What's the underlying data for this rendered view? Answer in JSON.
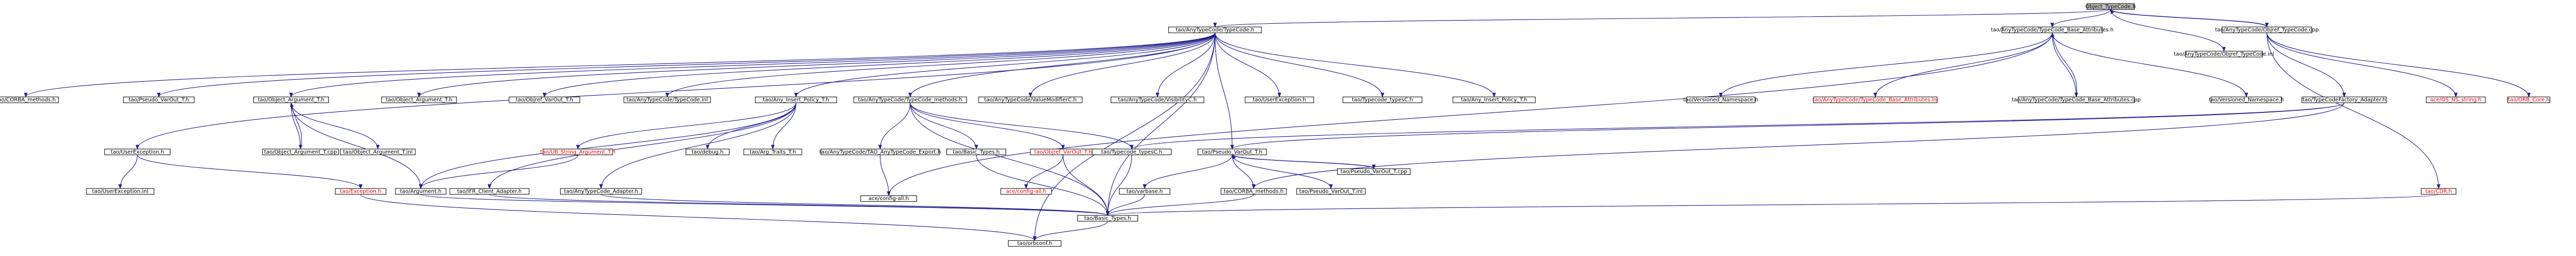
{
  "colors": {
    "edge": "#1f1f8c",
    "broken_link_text": "#ff0000",
    "normal_text": "#000000",
    "root_fill": "#bfbfbf",
    "node_fill": "#ffffff"
  },
  "nodes": [
    {
      "id": "root",
      "label": "Object_TypeCode.h",
      "variant": "root"
    },
    {
      "id": "atc",
      "label": "tao/AnyTypeCode/TypeCode.h"
    },
    {
      "id": "bta",
      "label": "tao/AnyTypeCode/TypeCode_Base_Attributes.h"
    },
    {
      "id": "ototi",
      "label": "tao/AnyTypeCode/Objref_TypeCode.inl"
    },
    {
      "id": "otcpp",
      "label": "tao/AnyTypeCode/Objref_TypeCode.cpp"
    },
    {
      "id": "corbam1",
      "label": "tao/CORBA_methods.h"
    },
    {
      "id": "pvt",
      "label": "tao/Pseudo_VarOut_T.h"
    },
    {
      "id": "oat",
      "label": "tao/Object_Argument_T.h"
    },
    {
      "id": "oatb",
      "label": "tao/Object_Argument_T.h"
    },
    {
      "id": "ovt",
      "label": "tao/Objref_VarOut_T.h"
    },
    {
      "id": "tci",
      "label": "tao/AnyTypeCode/TypeCode.inl"
    },
    {
      "id": "aip",
      "label": "tao/Any_Insert_Policy_T.h"
    },
    {
      "id": "tcm",
      "label": "tao/AnyTypeCode/TypeCode_methods.h"
    },
    {
      "id": "vrfc",
      "label": "tao/AnyTypeCode/ValueModifierC.h"
    },
    {
      "id": "visc",
      "label": "tao/AnyTypeCode/VisibilityC.h"
    },
    {
      "id": "uex",
      "label": "tao/UserException.h"
    },
    {
      "id": "tcc",
      "label": "tao/Typecode_typesC.h"
    },
    {
      "id": "aipt",
      "label": "tao/Any_Insert_Policy_T.h"
    },
    {
      "id": "vns",
      "label": "tao/Versioned_Namespace.h"
    },
    {
      "id": "btai",
      "label": "tao/AnyTypeCode/TypeCode_Base_Attributes.inl",
      "variant": "broken"
    },
    {
      "id": "btacpp",
      "label": "tao/AnyTypeCode/TypeCode_Base_Attributes.cpp"
    },
    {
      "id": "vns2",
      "label": "tao/Versioned_Namespace.h"
    },
    {
      "id": "tfa",
      "label": "tao/TypeCodeFactory_Adapter.h"
    },
    {
      "id": "osstr",
      "label": "ace/OS_NS_string.h",
      "variant": "broken"
    },
    {
      "id": "orbcore",
      "label": "tao/ORB_Core.h",
      "variant": "broken"
    },
    {
      "id": "uexh",
      "label": "tao/UserException.h"
    },
    {
      "id": "oatcpp",
      "label": "tao/Object_Argument_T.cpp"
    },
    {
      "id": "oati",
      "label": "tao/Object_Argument_T.inl"
    },
    {
      "id": "usat",
      "label": "tao/UB_String_Argument_T.h",
      "variant": "broken"
    },
    {
      "id": "dbg",
      "label": "tao/debug.h"
    },
    {
      "id": "atr",
      "label": "tao/Arg_Traits_T.h"
    },
    {
      "id": "tao_tc",
      "label": "tao/AnyTypeCode/TAO_AnyTypeCode_Export.h"
    },
    {
      "id": "btypes",
      "label": "tao/Basic_Types.h"
    },
    {
      "id": "ovt2",
      "label": "tao/Objref_VarOut_T.h",
      "variant": "broken"
    },
    {
      "id": "tcc2",
      "label": "tao/Typecode_typesC.h"
    },
    {
      "id": "pvt2",
      "label": "tao/Pseudo_VarOut_T.h"
    },
    {
      "id": "uexi",
      "label": "tao/UserException.inl"
    },
    {
      "id": "exc",
      "label": "tao/Exception.h",
      "variant": "broken"
    },
    {
      "id": "arg",
      "label": "tao/Argument.h"
    },
    {
      "id": "iffr",
      "label": "tao/IFR_Client_Adapter.h"
    },
    {
      "id": "atca",
      "label": "tao/AnyTypeCode_Adapter.h"
    },
    {
      "id": "acecfg",
      "label": "ace/config-all.h"
    },
    {
      "id": "cfgall",
      "label": "ace/config-all.h",
      "variant": "broken"
    },
    {
      "id": "varb",
      "label": "tao/varbase.h"
    },
    {
      "id": "corbam2",
      "label": "tao/CORBA_methods.h"
    },
    {
      "id": "pvti",
      "label": "tao/Pseudo_VarOut_T.inl"
    },
    {
      "id": "pvtcpp",
      "label": "tao/Pseudo_VarOut_T.cpp"
    },
    {
      "id": "cdr",
      "label": "tao/CDR.h",
      "variant": "broken"
    },
    {
      "id": "btypes2",
      "label": "tao/Basic_Types.h"
    },
    {
      "id": "orbc",
      "label": "tao/orbconf.h"
    }
  ]
}
